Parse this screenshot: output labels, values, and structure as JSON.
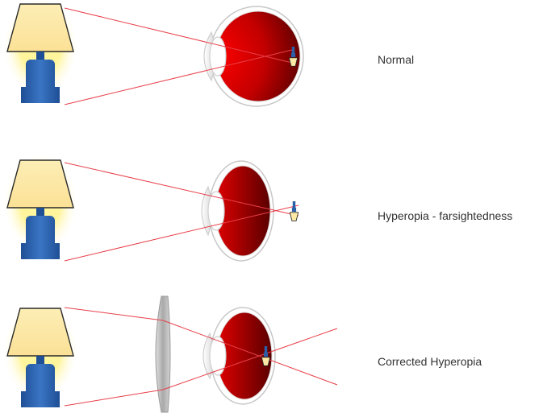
{
  "captions": {
    "normal": "Normal",
    "hyperopia": "Hyperopia - farsightedness",
    "corrected": "Corrected Hyperopia"
  },
  "colors": {
    "ray": "#e8404a",
    "eye_interior_dark": "#6a0000",
    "eye_interior_light": "#e00000",
    "lamp_shade": "#fde9a6",
    "lamp_base": "#2b5fa8",
    "lens": "#b8b8b8"
  },
  "icons": [
    "lamp-icon",
    "eye-icon",
    "inverted-lamp-image-icon",
    "corrective-lens-icon"
  ]
}
